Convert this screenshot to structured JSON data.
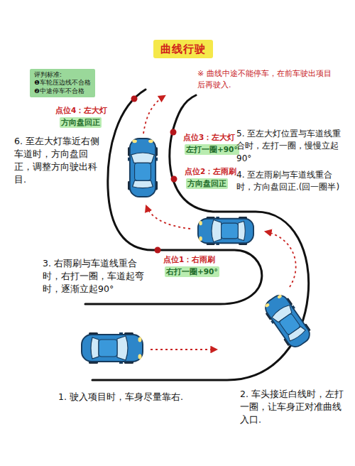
{
  "diagram": {
    "title": "曲线行驶",
    "nodes": [
      {
        "text": [
          "评判标准:",
          "❶车轮压边线不合格",
          "❷中途停车不合格"
        ]
      }
    ],
    "labels": [
      "※ 曲线中途不能停车，在前车驶出项目后再驶入.",
      "点位4：左大灯",
      "方向盘回正",
      "6. 至左大灯靠近右侧车道时，方向盘回正，调整方向驶出科目.",
      "点位3：左大灯",
      "左打一圈+90°",
      "5. 至左大灯位置与车道线重合时，左打一圈，慢慢立起90°",
      "点位2：左雨刷",
      "方向盘回正",
      "4. 至左雨刷与车道线重合时，方向盘回正.(回一圈半)",
      "3. 右雨刷与车道线重合时，右打一圈，车道起弯时，逐渐立起90°",
      "点位1：右雨刷",
      "右打一圈+90°",
      "2. 车头接近白线时，左打一圈，让车身正对准曲线入口.",
      "1. 驶入项目时，车身尽量靠右."
    ]
  }
}
